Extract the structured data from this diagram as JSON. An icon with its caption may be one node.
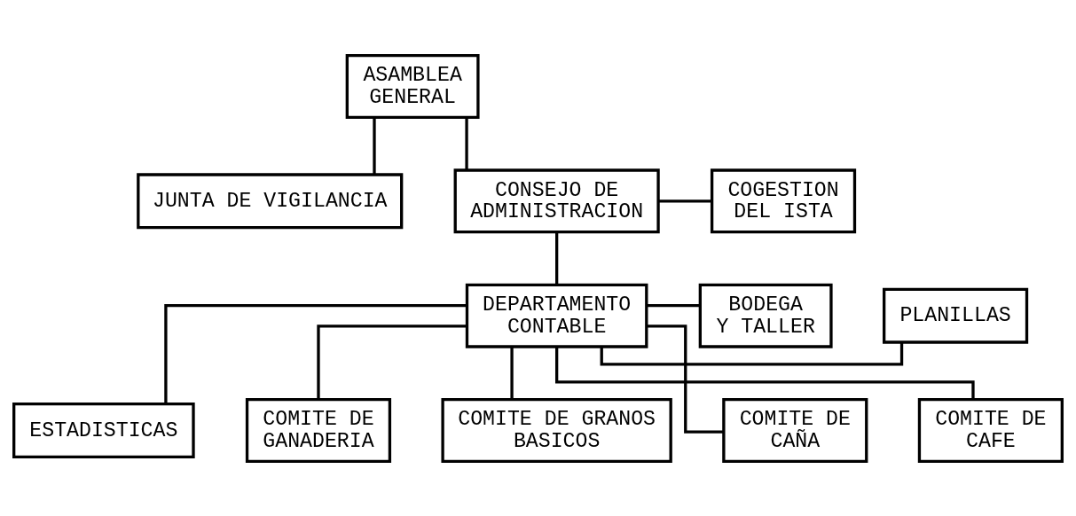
{
  "diagram": {
    "nodes": [
      {
        "text": [
          "ASAMBLEA GENERAL"
        ]
      },
      {
        "text": [
          "JUNTA DE VIGILANCIA"
        ]
      },
      {
        "text": [
          "CONSEJO DE ADMINISTRACION"
        ]
      },
      {
        "text": [
          "COGESTION DEL ISTA"
        ]
      },
      {
        "text": [
          "PLANILLAS"
        ]
      },
      {
        "text": [
          "BODEGA Y TALLER"
        ]
      },
      {
        "text": [
          "DEPARTAMENTO CONTABLE"
        ]
      },
      {
        "text": [
          "ESTADISTICAS"
        ]
      },
      {
        "text": [
          "COMITE DE GANADERIA"
        ]
      },
      {
        "text": [
          "COMITE DE GRANOS BASICOS"
        ]
      },
      {
        "text": [
          "COMITE DE CAÑA"
        ]
      },
      {
        "text": [
          "COMITE DE CAFE"
        ]
      }
    ],
    "edges": [
      {
        "from": 0,
        "to": 1,
        "arrow": "none"
      },
      {
        "from": 0,
        "to": 2,
        "arrow": "none"
      },
      {
        "from": 2,
        "to": 3,
        "arrow": "none"
      },
      {
        "from": 2,
        "to": 6,
        "arrow": "none"
      },
      {
        "from": 6,
        "to": 5,
        "arrow": "none"
      },
      {
        "from": 6,
        "to": 4,
        "arrow": "none"
      },
      {
        "from": 6,
        "to": 7,
        "arrow": "none"
      },
      {
        "from": 6,
        "to": 8,
        "arrow": "none"
      },
      {
        "from": 6,
        "to": 9,
        "arrow": "none"
      },
      {
        "from": 6,
        "to": 10,
        "arrow": "none"
      },
      {
        "from": 6,
        "to": 11,
        "arrow": "none"
      }
    ]
  }
}
